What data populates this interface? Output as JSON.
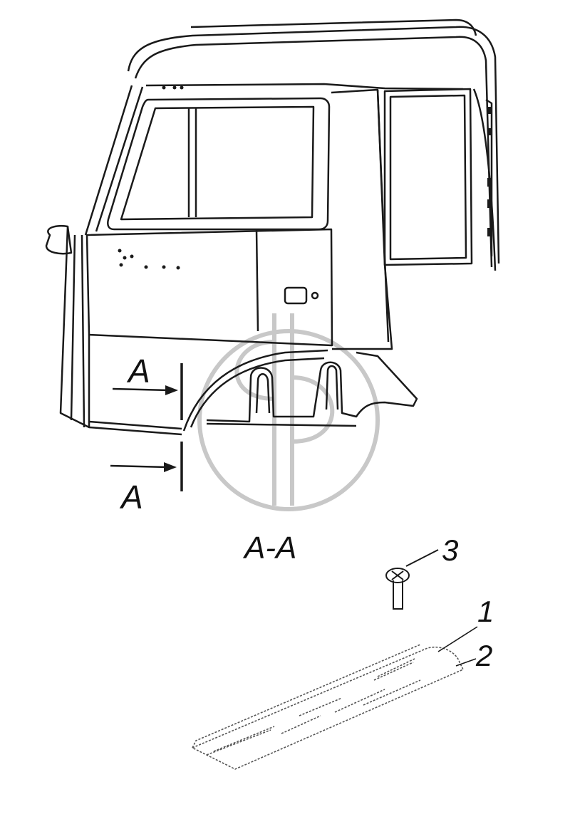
{
  "diagram": {
    "section_marker_top": "A",
    "section_marker_bottom": "A",
    "section_title": "A-A",
    "callouts": [
      {
        "number": "1"
      },
      {
        "number": "2"
      },
      {
        "number": "3"
      }
    ]
  },
  "colors": {
    "line": "#1a1a1a",
    "watermark": "#c8c8c8",
    "background": "#ffffff"
  }
}
